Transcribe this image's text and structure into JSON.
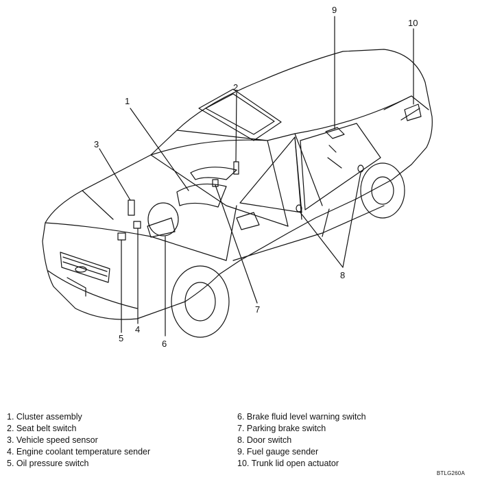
{
  "callouts": [
    "1",
    "2",
    "3",
    "4",
    "5",
    "6",
    "7",
    "8",
    "9",
    "10"
  ],
  "legend_left": [
    "1. Cluster assembly",
    "2. Seat belt switch",
    "3. Vehicle speed sensor",
    "4. Engine coolant temperature sender",
    "5. Oil pressure switch"
  ],
  "legend_right": [
    "6. Brake fluid level warning switch",
    "7. Parking brake switch",
    "8. Door switch",
    "9. Fuel gauge sender",
    "10. Trunk lid open actuator"
  ],
  "figure_code": "BTLG260A"
}
